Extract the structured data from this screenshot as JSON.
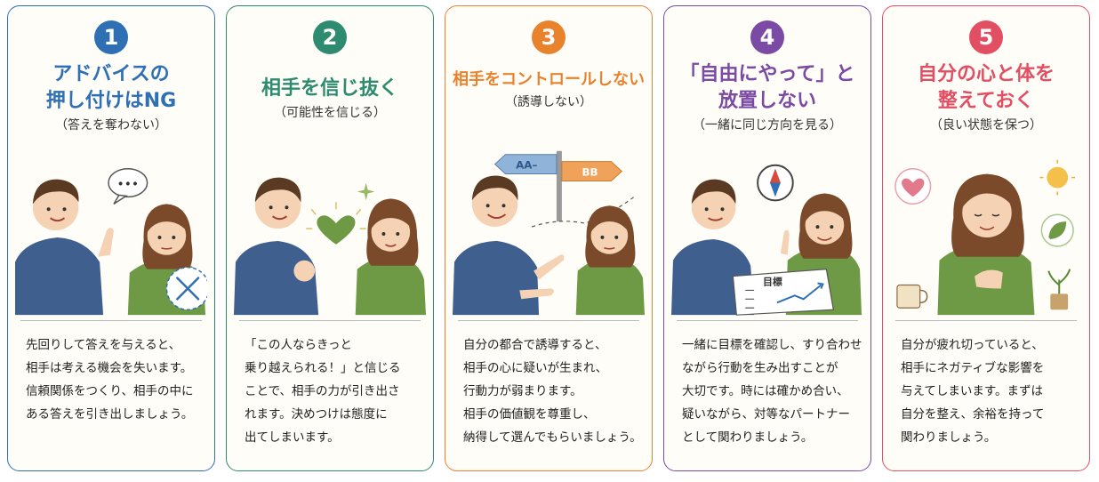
{
  "cards": [
    {
      "number": "1",
      "accent": "#2f6fb4",
      "title_lines": [
        "アドバイスの",
        "押し付けはNG"
      ],
      "subtitle": "（答えを奪わない）",
      "body_lines": [
        "先回りして答えを与えると、",
        "相手は考える機会を失います。",
        "信頼関係をつくり、相手の中に",
        "ある答えを引き出しましょう。"
      ],
      "bubble_text": "•••",
      "icons": [
        "speech-bubble-icon",
        "cross-mark-icon"
      ]
    },
    {
      "number": "2",
      "accent": "#2e8b6f",
      "title_lines": [
        "相手を信じ抜く"
      ],
      "subtitle": "（可能性を信じる）",
      "body_lines": [
        "「この人ならきっと",
        "乗り越えられる！」と信じる",
        "ことで、相手の力が引き出さ",
        "れます。決めつけは態度に",
        "出てしまいます。"
      ],
      "icons": [
        "heart-icon",
        "sparkle-icon"
      ]
    },
    {
      "number": "3",
      "accent": "#e9822d",
      "title_lines": [
        "相手をコントロールしない"
      ],
      "subtitle": "（誘導しない）",
      "sign_left": "AA–",
      "sign_right": "BB",
      "body_lines": [
        "自分の都合で誘導すると、",
        "相手の心に疑いが生まれ、",
        "行動力が弱まります。",
        "相手の価値観を尊重し、",
        "納得して選んでもらいましょう。"
      ],
      "icons": [
        "signpost-icon"
      ]
    },
    {
      "number": "4",
      "accent": "#7a4aa5",
      "title_lines": [
        "「自由にやって」と",
        "放置しない"
      ],
      "subtitle": "（一緒に同じ方向を見る）",
      "paper_label": "目標",
      "body_lines": [
        "一緒に目標を確認し、すり合わせ",
        "ながら行動を生み出すことが",
        "大切です。時には確かめ合い、",
        "疑いながら、対等なパートナー",
        "として関わりましょう。"
      ],
      "icons": [
        "compass-icon",
        "chart-paper-icon"
      ]
    },
    {
      "number": "5",
      "accent": "#e24f63",
      "title_lines": [
        "自分の心と体を",
        "整えておく"
      ],
      "subtitle": "（良い状態を保つ）",
      "body_lines": [
        "自分が疲れ切っていると、",
        "相手にネガティブな影響を",
        "与えてしまいます。まずは",
        "自分を整え、余裕を持って",
        "関わりましょう。"
      ],
      "icons": [
        "heart-icon",
        "sun-icon",
        "leaf-icon",
        "mug-icon",
        "plant-icon"
      ]
    }
  ]
}
